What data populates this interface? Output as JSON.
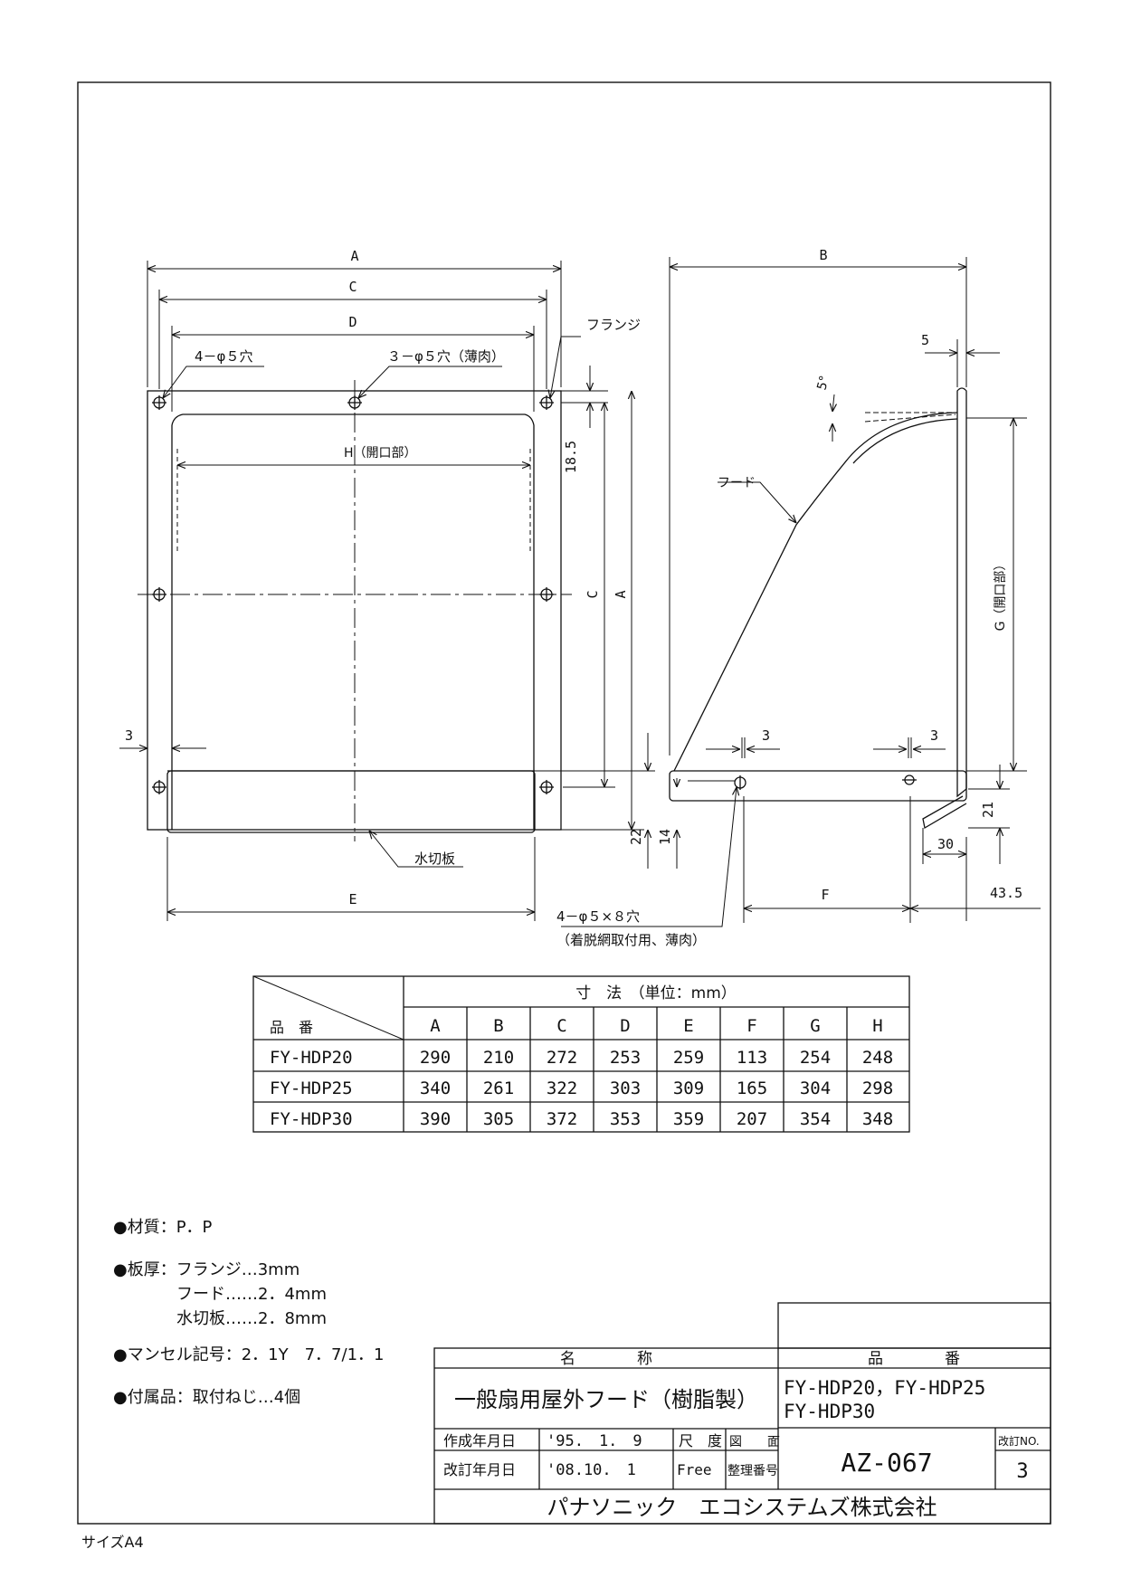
{
  "drawing": {
    "front_labels": {
      "A": "A",
      "C": "C",
      "D": "D",
      "E": "E",
      "holes4": "4－φ５穴",
      "holes3": "３－φ５穴（薄肉）",
      "flange": "フランジ",
      "H_open": "H（開口部）",
      "dim_3": "3",
      "dim_18_5": "18.5",
      "C_v": "C",
      "A_v": "A",
      "dim_22": "22",
      "dim_14": "14",
      "mizukiri": "水切板"
    },
    "side_labels": {
      "B": "B",
      "dim_5": "5",
      "angle": "5°",
      "hood": "フード",
      "G_open": "G（開口部）",
      "dim_3a": "3",
      "dim_3b": "3",
      "dim_21": "21",
      "dim_30": "30",
      "dim_43_5": "43.5",
      "F": "F",
      "slot1": "4－φ５×８穴",
      "slot2": "（着脱網取付用、薄肉）"
    }
  },
  "dimension_table": {
    "header_units": "寸　法　（単位：mm）",
    "row_header": "品　番",
    "columns": [
      "A",
      "B",
      "C",
      "D",
      "E",
      "F",
      "G",
      "H"
    ],
    "rows": [
      {
        "model": "FY-HDP20",
        "values": [
          "290",
          "210",
          "272",
          "253",
          "259",
          "113",
          "254",
          "248"
        ]
      },
      {
        "model": "FY-HDP25",
        "values": [
          "340",
          "261",
          "322",
          "303",
          "309",
          "165",
          "304",
          "298"
        ]
      },
      {
        "model": "FY-HDP30",
        "values": [
          "390",
          "305",
          "372",
          "353",
          "359",
          "207",
          "354",
          "348"
        ]
      }
    ]
  },
  "notes": {
    "material": "●材質：P．P",
    "thickness_1": "●板厚：フランジ…3mm",
    "thickness_2": "フード……2．4mm",
    "thickness_3": "水切板……2．8mm",
    "munsell": "●マンセル記号：2．1Y　7．7/1．1",
    "accessory": "●付属品：取付ねじ…4個"
  },
  "title_block": {
    "name_header": "名　　　　称",
    "model_header": "品　　　　番",
    "product_name": "一般扇用屋外フード（樹脂製）",
    "models_line1": "FY-HDP20，FY-HDP25",
    "models_line2": "FY-HDP30",
    "created_label": "作成年月日",
    "created_value": "'95.　1.　9",
    "revised_label": "改訂年月日",
    "revised_value": "'08.10.　1",
    "scale_label": "尺　度",
    "scale_value": "Free",
    "drawing_label": "図　　面",
    "number_label": "整理番号",
    "drawing_number": "AZ-067",
    "rev_label": "改訂NO.",
    "rev_value": "3",
    "company": "パナソニック　エコシステムズ株式会社"
  },
  "size_label": "サイズA4"
}
